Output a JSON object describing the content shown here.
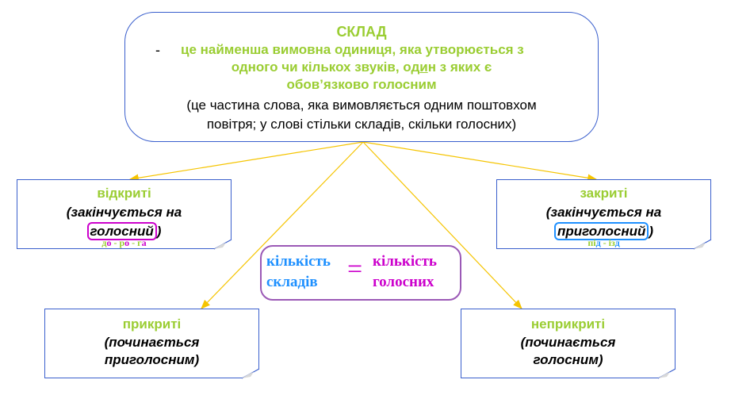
{
  "main": {
    "title": "СКЛАД",
    "dash": "-",
    "definition_line1": "це найменша вимовна одиниця, яка утворюється з",
    "definition_line2_a": "одного чи  кількох звуків, од",
    "definition_line2_b": "и",
    "definition_line2_c": "н з яких є",
    "definition_line3": "обов’язково голосним",
    "note_line1": "(це частина слова, яка вимовляється одним поштовхом",
    "note_line2": "повітря; у слові стільки складів, скільки голосних)"
  },
  "open": {
    "title": "відкриті",
    "line1": "(закінчується  на",
    "highlight": "голосний",
    "close_paren": ")",
    "example": [
      {
        "text": "д",
        "color": "#9acd32"
      },
      {
        "text": "о",
        "color": "#cc00cc"
      },
      {
        "text": " - ",
        "color": "#9acd32"
      },
      {
        "text": "р",
        "color": "#9acd32"
      },
      {
        "text": "о",
        "color": "#cc00cc"
      },
      {
        "text": " - ",
        "color": "#9acd32"
      },
      {
        "text": "г",
        "color": "#9acd32"
      },
      {
        "text": "а",
        "color": "#cc00cc"
      }
    ]
  },
  "closed": {
    "title": "закриті",
    "line1": "(закінчується  на",
    "highlight": "приголосний",
    "close_paren": ")",
    "example": [
      {
        "text": "пі",
        "color": "#9acd32"
      },
      {
        "text": "д",
        "color": "#1e90ff"
      },
      {
        "text": " - ",
        "color": "#9acd32"
      },
      {
        "text": "із",
        "color": "#9acd32"
      },
      {
        "text": "д",
        "color": "#1e90ff"
      }
    ]
  },
  "covered": {
    "title": "прикриті",
    "line1": "(починається",
    "line2": "приголосним)"
  },
  "uncovered": {
    "title": "неприкриті",
    "line1": "(починається",
    "line2": "голосним)"
  },
  "formula": {
    "left_1": "кількість",
    "left_2": "складів",
    "equals": "=",
    "right_1": "кількість",
    "right_2": "голосних"
  },
  "colors": {
    "accent_green": "#9acd32",
    "border_blue": "#3a5fcd",
    "arrow_yellow": "#f5c400",
    "magenta": "#cc00cc",
    "cyan": "#1e90ff",
    "formula_border": "#9b59b6"
  }
}
